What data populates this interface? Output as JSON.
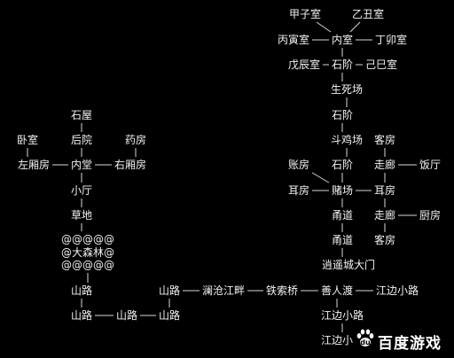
{
  "rooms": [
    {
      "id": "jiazi",
      "label": "甲子室"
    },
    {
      "id": "yichou",
      "label": "乙丑室"
    },
    {
      "id": "bingyin",
      "label": "丙寅室"
    },
    {
      "id": "neishi",
      "label": "内室"
    },
    {
      "id": "dingmao",
      "label": "丁卯室"
    },
    {
      "id": "wuchen",
      "label": "戊辰室"
    },
    {
      "id": "shijie1",
      "label": "石阶"
    },
    {
      "id": "jisi",
      "label": "己巳室"
    },
    {
      "id": "shengsi",
      "label": "生死场"
    },
    {
      "id": "shijie2",
      "label": "石阶"
    },
    {
      "id": "doujichang",
      "label": "斗鸡场"
    },
    {
      "id": "kefang1",
      "label": "客房"
    },
    {
      "id": "zhangfang",
      "label": "账房"
    },
    {
      "id": "shijie3",
      "label": "石阶"
    },
    {
      "id": "zoulang1",
      "label": "走廊"
    },
    {
      "id": "fanting",
      "label": "饭厅"
    },
    {
      "id": "erfang1",
      "label": "耳房"
    },
    {
      "id": "duchang",
      "label": "赌场"
    },
    {
      "id": "erfang2",
      "label": "耳房"
    },
    {
      "id": "yongdao1",
      "label": "甬道"
    },
    {
      "id": "zoulang2",
      "label": "走廊"
    },
    {
      "id": "chufang",
      "label": "厨房"
    },
    {
      "id": "yongdao2",
      "label": "甬道"
    },
    {
      "id": "kefang2",
      "label": "客房"
    },
    {
      "id": "xiaoyao",
      "label": "逍遥城大门"
    },
    {
      "id": "shiwu",
      "label": "石屋"
    },
    {
      "id": "woshi",
      "label": "卧室"
    },
    {
      "id": "houyuan",
      "label": "后院"
    },
    {
      "id": "yaofang",
      "label": "药房"
    },
    {
      "id": "zuoxiang",
      "label": "左厢房"
    },
    {
      "id": "neitang",
      "label": "内堂"
    },
    {
      "id": "youxiang",
      "label": "右厢房"
    },
    {
      "id": "xiaoting",
      "label": "小厅"
    },
    {
      "id": "caodi",
      "label": "草地"
    },
    {
      "id": "forest1",
      "label": "@@@@@"
    },
    {
      "id": "forest2",
      "label": "@大森林@"
    },
    {
      "id": "forest3",
      "label": "@@@@@"
    },
    {
      "id": "shanlu1",
      "label": "山路"
    },
    {
      "id": "shanlu2",
      "label": "山路"
    },
    {
      "id": "shanlu3",
      "label": "山路"
    },
    {
      "id": "shanlu4",
      "label": "山路"
    },
    {
      "id": "shanlu5",
      "label": "山路"
    },
    {
      "id": "lancang",
      "label": "澜沧江畔"
    },
    {
      "id": "tiesuo",
      "label": "铁索桥"
    },
    {
      "id": "shanrendu",
      "label": "善人渡"
    },
    {
      "id": "jiangbian1",
      "label": "江边小路"
    },
    {
      "id": "jiangbian2",
      "label": "江边小路"
    },
    {
      "id": "jiangbian3",
      "label": "江边小"
    }
  ],
  "links": [
    [
      "jiazi",
      "neishi"
    ],
    [
      "yichou",
      "neishi"
    ],
    [
      "bingyin",
      "neishi"
    ],
    [
      "neishi",
      "dingmao"
    ],
    [
      "wuchen",
      "shijie1"
    ],
    [
      "neishi",
      "shijie1"
    ],
    [
      "shijie1",
      "jisi"
    ],
    [
      "shijie1",
      "shengsi"
    ],
    [
      "shengsi",
      "shijie2"
    ],
    [
      "shijie2",
      "doujichang"
    ],
    [
      "doujichang",
      "shijie3"
    ],
    [
      "kefang1",
      "zoulang1"
    ],
    [
      "zoulang1",
      "fanting"
    ],
    [
      "zoulang1",
      "erfang2"
    ],
    [
      "zhangfang",
      "duchang"
    ],
    [
      "shijie3",
      "duchang"
    ],
    [
      "erfang1",
      "duchang"
    ],
    [
      "duchang",
      "erfang2"
    ],
    [
      "duchang",
      "yongdao1"
    ],
    [
      "yongdao1",
      "yongdao2"
    ],
    [
      "erfang2",
      "zoulang2"
    ],
    [
      "zoulang2",
      "chufang"
    ],
    [
      "zoulang2",
      "kefang2"
    ],
    [
      "yongdao2",
      "xiaoyao"
    ],
    [
      "shiwu",
      "houyuan"
    ],
    [
      "woshi",
      "zuoxiang"
    ],
    [
      "houyuan",
      "neitang"
    ],
    [
      "yaofang",
      "youxiang"
    ],
    [
      "zuoxiang",
      "neitang"
    ],
    [
      "neitang",
      "youxiang"
    ],
    [
      "neitang",
      "xiaoting"
    ],
    [
      "xiaoting",
      "caodi"
    ],
    [
      "caodi",
      "forest1"
    ],
    [
      "forest3",
      "shanlu1"
    ],
    [
      "shanlu1",
      "shanlu2"
    ],
    [
      "shanlu2",
      "shanlu3"
    ],
    [
      "shanlu3",
      "shanlu4"
    ],
    [
      "shanlu4",
      "shanlu5"
    ],
    [
      "shanlu5",
      "lancang"
    ],
    [
      "lancang",
      "tiesuo"
    ],
    [
      "tiesuo",
      "shanrendu"
    ],
    [
      "shanrendu",
      "jiangbian1"
    ],
    [
      "shanrendu",
      "jiangbian2"
    ],
    [
      "jiangbian2",
      "jiangbian3"
    ]
  ],
  "watermark": {
    "text": "百度游戏",
    "logo": "baidu-paw-logo"
  }
}
